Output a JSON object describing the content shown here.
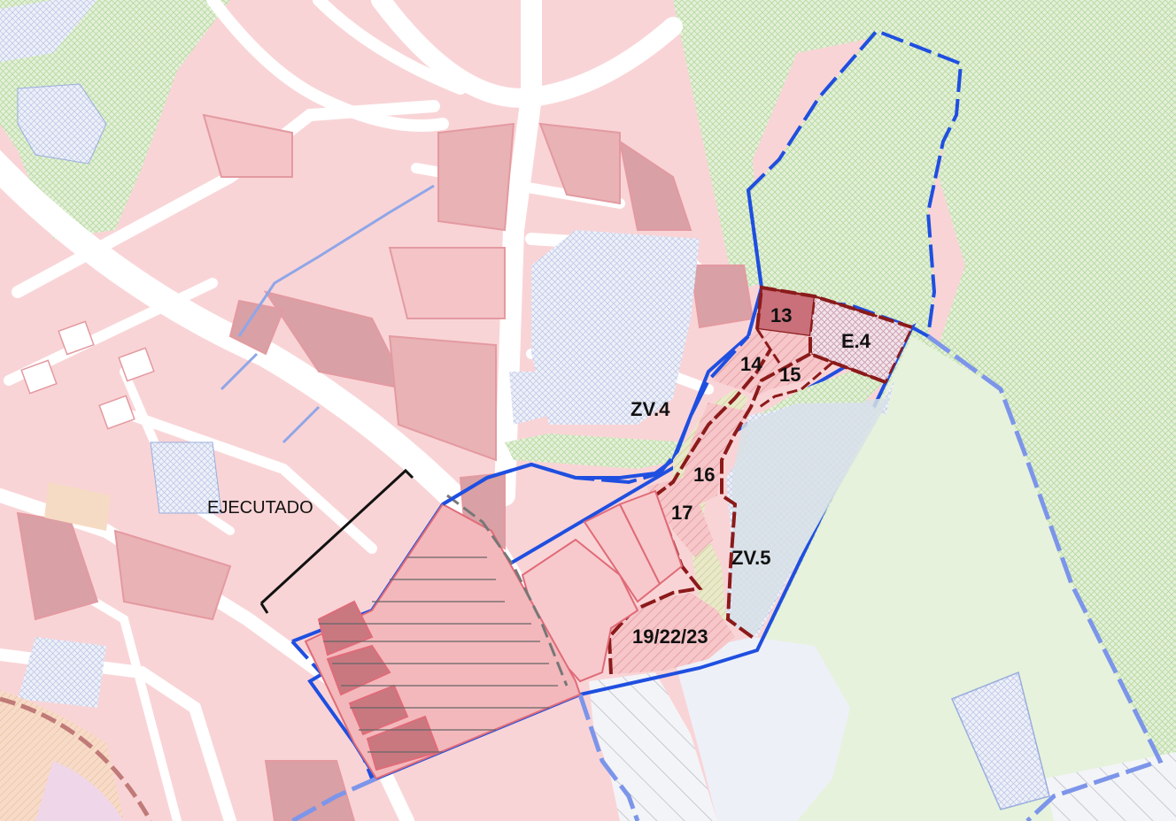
{
  "map": {
    "labels": {
      "executed": "EJECUTADO",
      "zone_13": "13",
      "zone_e4": "E.4",
      "zone_14": "14",
      "zone_15": "15",
      "zone_zv4": "ZV.4",
      "zone_16": "16",
      "zone_17": "17",
      "zone_zv5": "ZV.5",
      "zone_19_22_23": "19/22/23"
    },
    "colors": {
      "residential_fill": "#f9d4d6",
      "residential_dark": "#c9848a",
      "residential_medium": "#e9b2b5",
      "road_outline": "#e39aa1",
      "green_fill": "#e4f0da",
      "green_hatch": "#a9d38d",
      "equipment_fill": "#e8ecf6",
      "equipment_hatch": "#8ea6d9",
      "plan_boundary": "#1f4fe0",
      "sector_boundary": "#8b1a1a",
      "executed_bracket": "#111111"
    }
  }
}
